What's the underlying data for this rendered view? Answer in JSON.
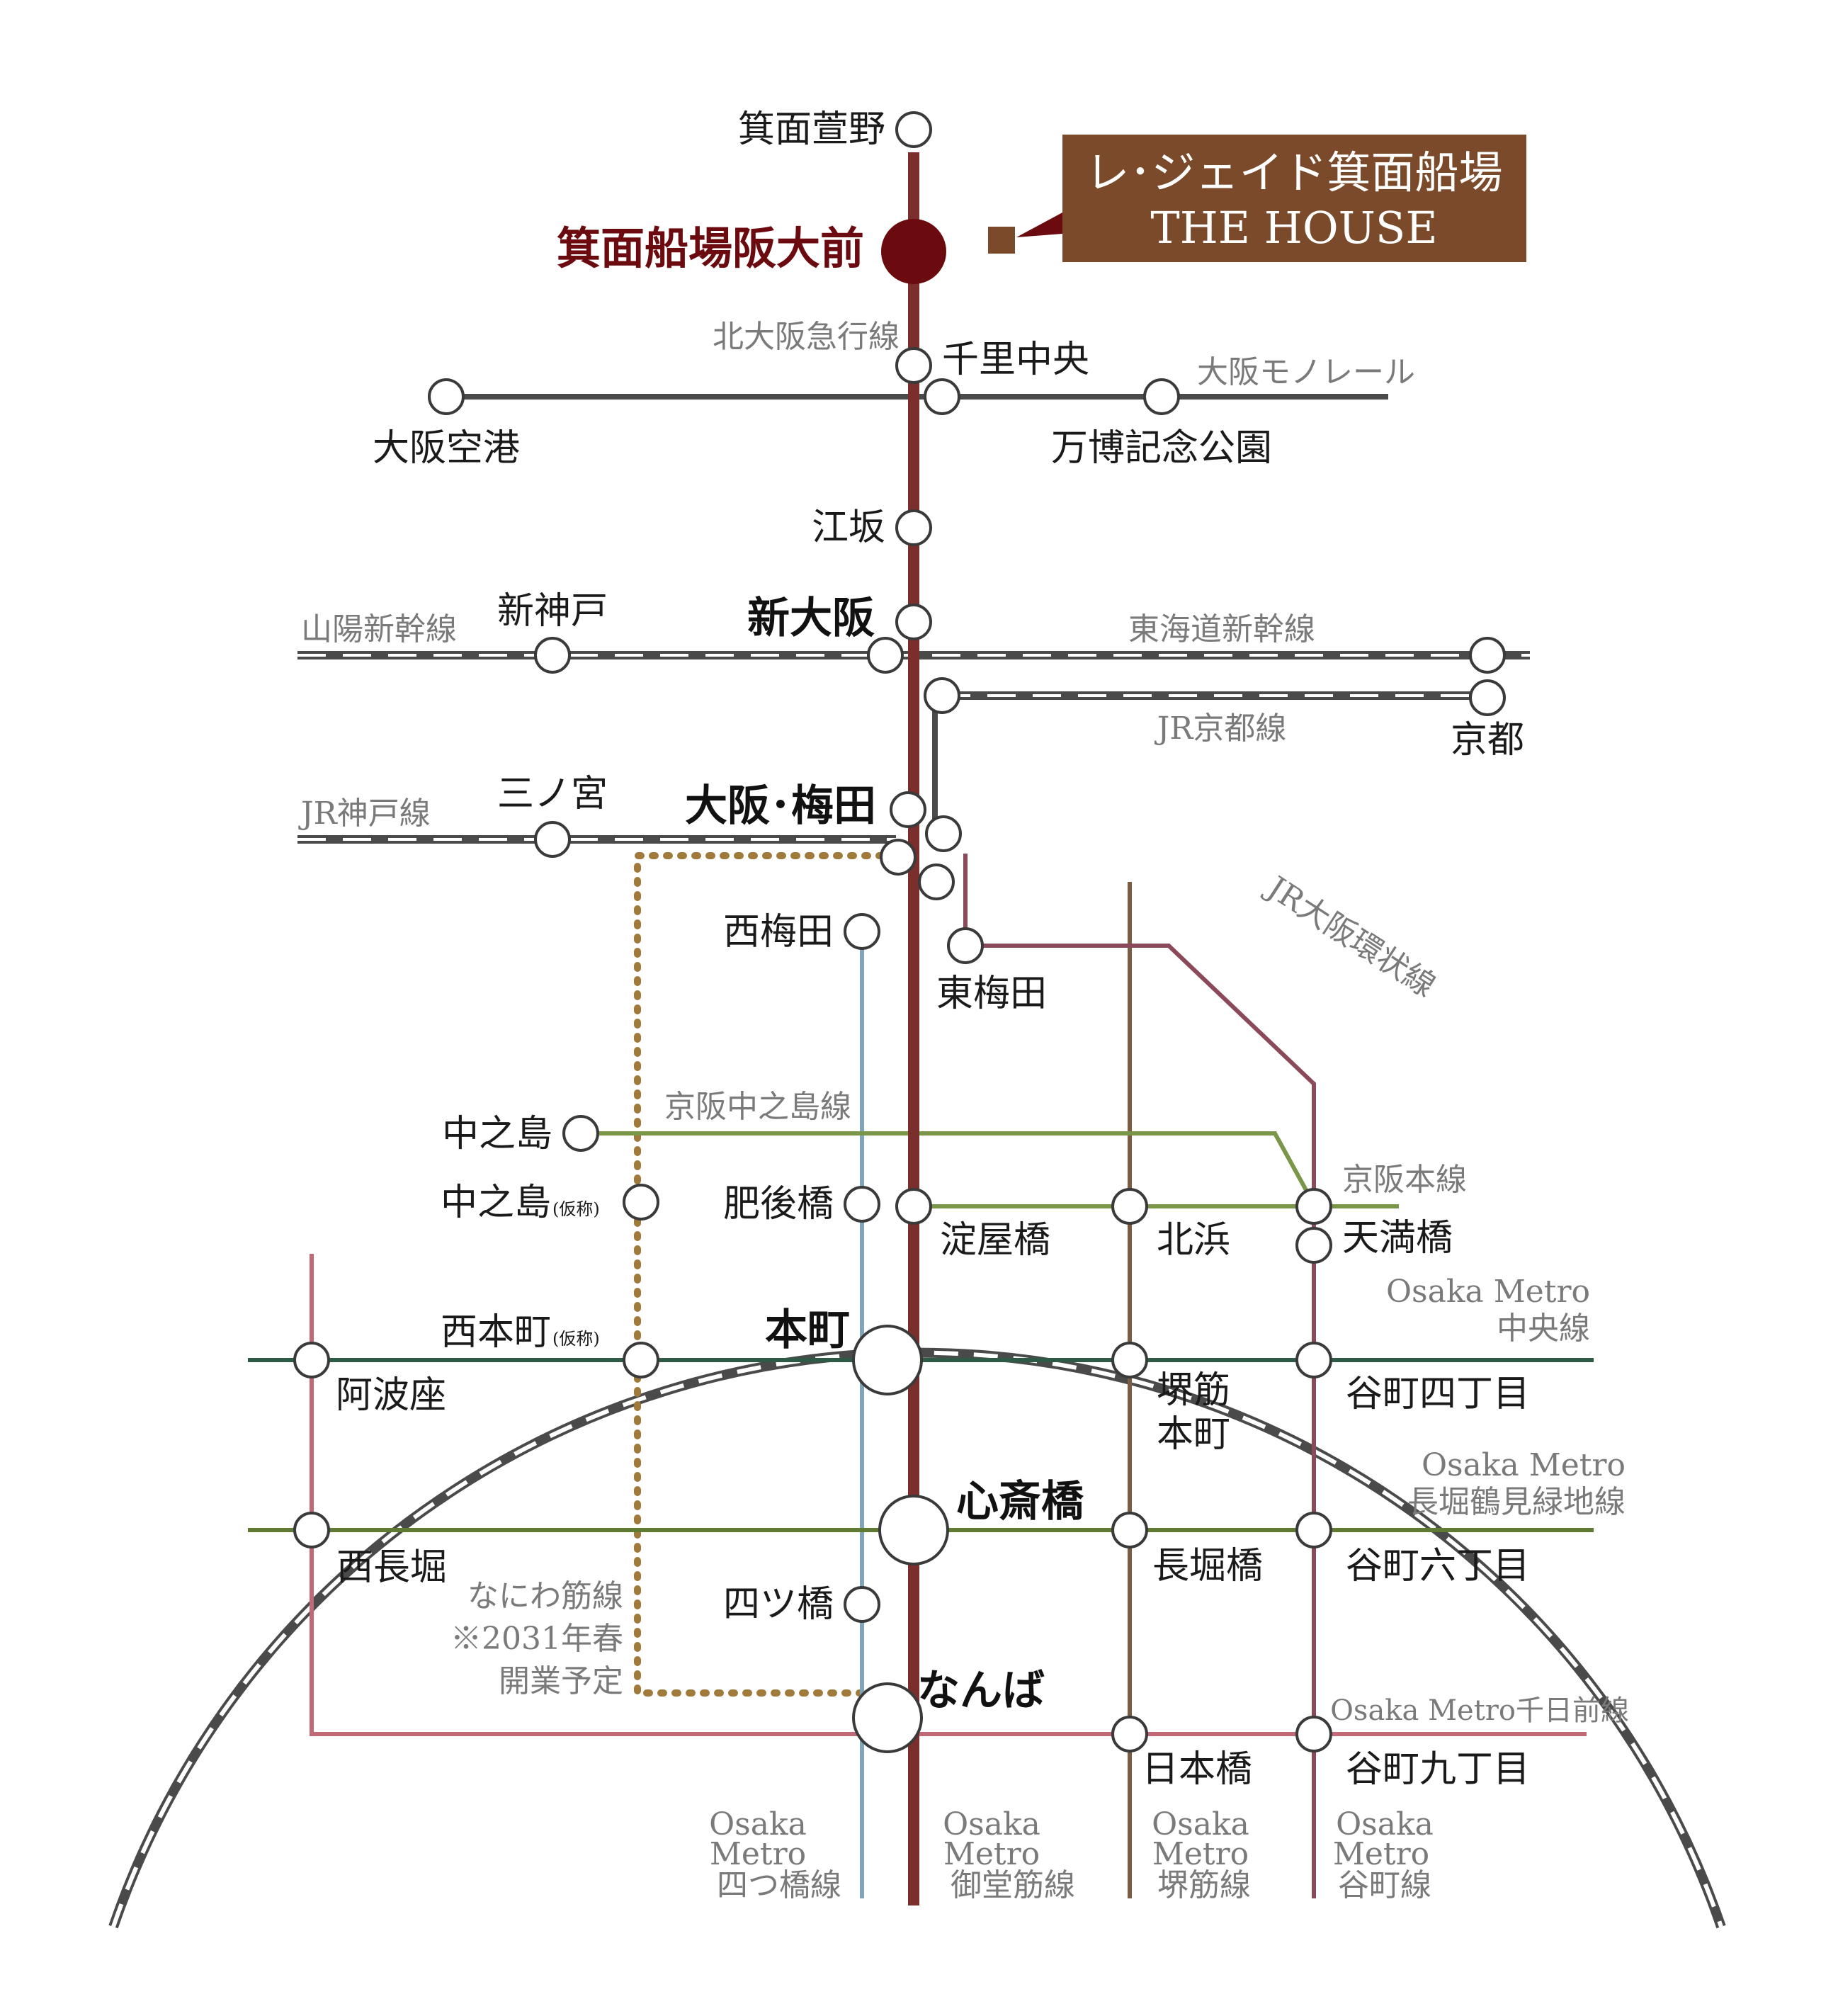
{
  "colors": {
    "midosuji": "#7a2f2c",
    "yotsubashi": "#7fa6b8",
    "sakaisuji": "#7b5d43",
    "tanimachi": "#8a4a5a",
    "chuo": "#2f5a45",
    "nagahori": "#5f7a32",
    "sennichimae": "#c06a78",
    "keihan": "#7a9648",
    "naniwasuji": "#a07a3a",
    "loop": "#4a4a4a",
    "home": "#6b0a0f",
    "badge": "#7a4a2a"
  },
  "badge": {
    "line1": "レ･ジェイド箕面船場",
    "line2": "THE HOUSE"
  },
  "stations": {
    "minoh_kayano": "箕面萱野",
    "home": "箕面船場阪大前",
    "senri_chuo": "千里中央",
    "osaka_airport": "大阪空港",
    "banpaku": "万博記念公園",
    "esaka": "江坂",
    "shin_osaka": "新大阪",
    "shin_kobe": "新神戸",
    "kyoto": "京都",
    "umeda": "大阪･梅田",
    "sannomiya": "三ノ宮",
    "nishi_umeda": "西梅田",
    "higashi_umeda": "東梅田",
    "nakanoshima": "中之島",
    "nakanoshima_kari": "中之島",
    "higobashi": "肥後橋",
    "yodoyabashi": "淀屋橋",
    "kitahama": "北浜",
    "tenmabashi": "天満橋",
    "nishihonmachi_kari": "西本町",
    "honmachi": "本町",
    "awaza": "阿波座",
    "sakaisuji_honmachi_1": "堺筋",
    "sakaisuji_honmachi_2": "本町",
    "tanimachi4": "谷町四丁目",
    "shinsaibashi": "心斎橋",
    "nishinagahori": "西長堀",
    "nagahoribashi": "長堀橋",
    "tanimachi6": "谷町六丁目",
    "yotsubashi": "四ツ橋",
    "namba": "なんば",
    "nipponbashi": "日本橋",
    "tanimachi9": "谷町九丁目",
    "kari_suffix": "(仮称)"
  },
  "lines": {
    "kitakyu": "北大阪急行線",
    "monorail": "大阪モノレール",
    "sanyo": "山陽新幹線",
    "tokaido": "東海道新幹線",
    "jr_kyoto": "JR京都線",
    "jr_kobe": "JR神戸線",
    "loop": "JR大阪環状線",
    "keihan_nakanoshima": "京阪中之島線",
    "keihan_main": "京阪本線",
    "chuo_1": "Osaka Metro",
    "chuo_2": "中央線",
    "nagahori_1": "Osaka Metro",
    "nagahori_2": "長堀鶴見緑地線",
    "naniwasuji_1": "なにわ筋線",
    "naniwasuji_2": "※2031年春",
    "naniwasuji_3": "開業予定",
    "sennichimae": "Osaka Metro千日前線",
    "yotsubashi_1": "Osaka",
    "yotsubashi_2": "Metro",
    "yotsubashi_3": "四つ橋線",
    "midosuji_1": "Osaka",
    "midosuji_2": "Metro",
    "midosuji_3": "御堂筋線",
    "sakaisuji_1": "Osaka",
    "sakaisuji_2": "Metro",
    "sakaisuji_3": "堺筋線",
    "tanimachi_1": "Osaka",
    "tanimachi_2": "Metro",
    "tanimachi_3": "谷町線"
  }
}
